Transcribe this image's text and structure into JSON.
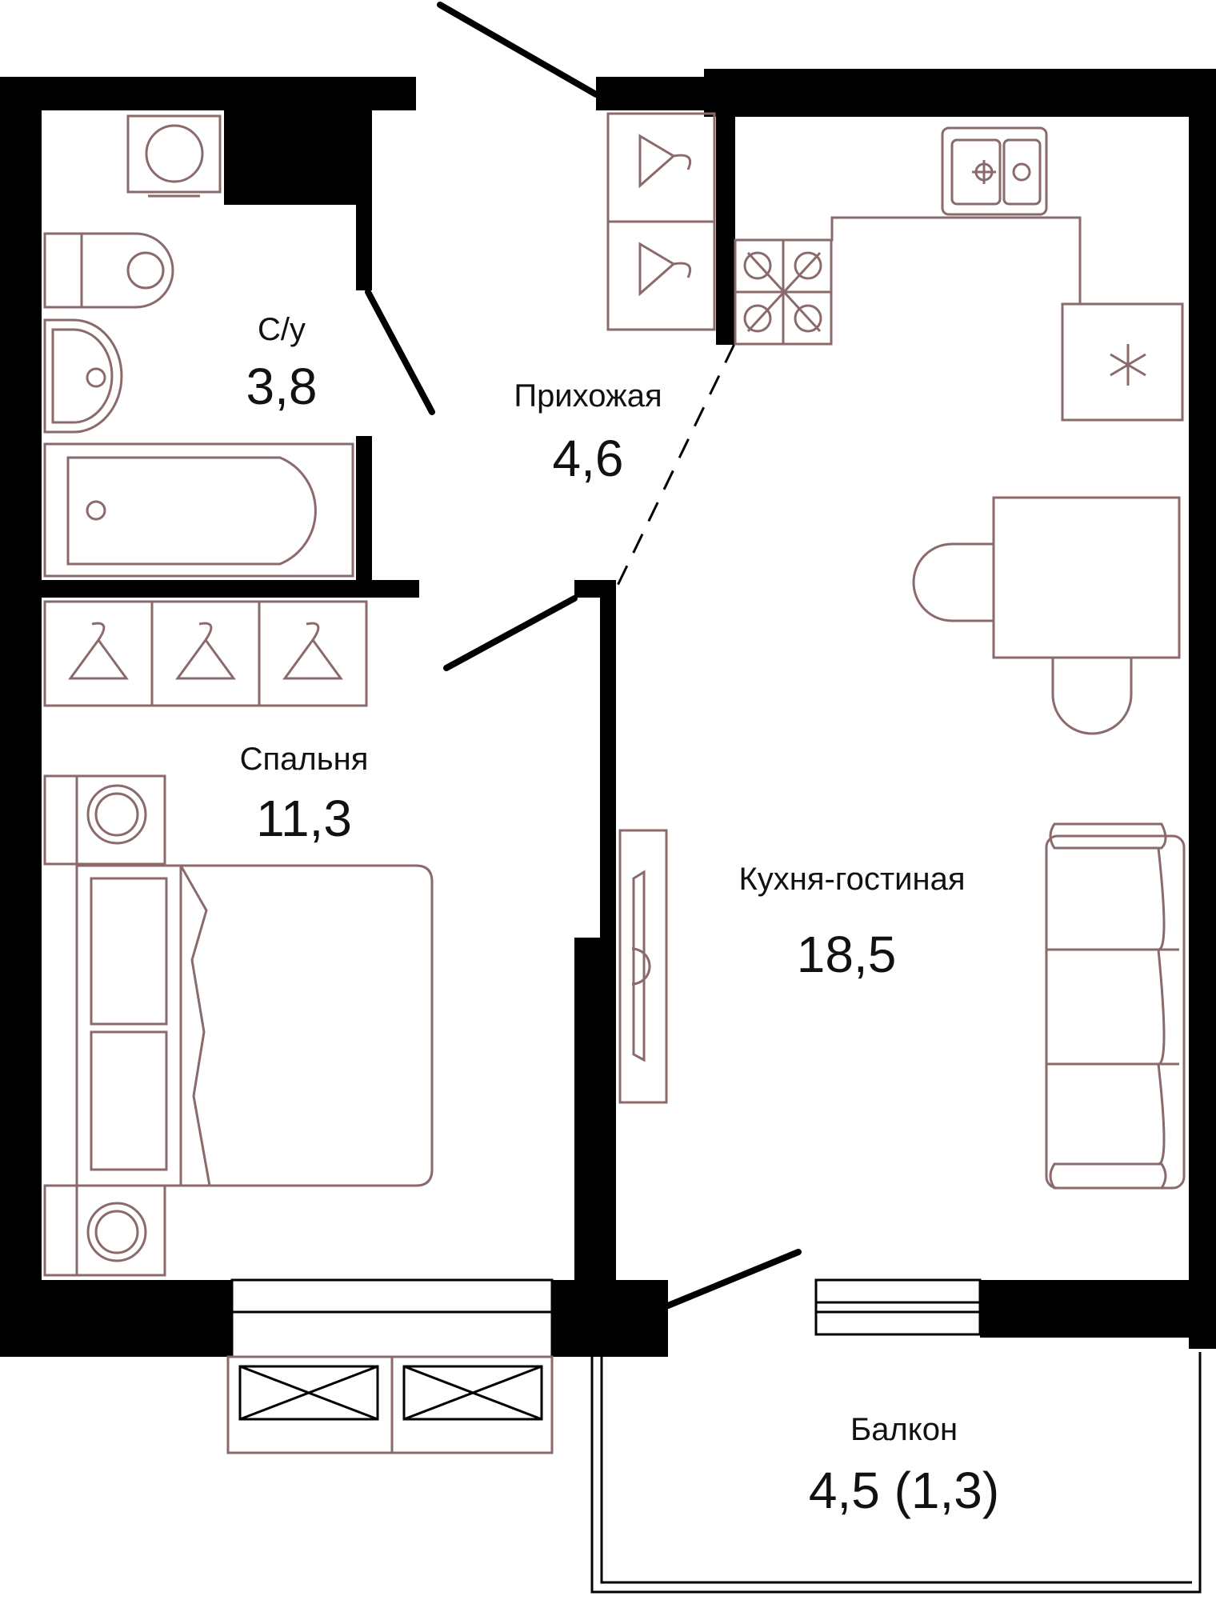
{
  "rooms": {
    "bathroom": {
      "name": "С/у",
      "area": "3,8"
    },
    "hallway": {
      "name": "Прихожая",
      "area": "4,6"
    },
    "bedroom": {
      "name": "Спальня",
      "area": "11,3"
    },
    "kitchen_living": {
      "name": "Кухня-гостиная",
      "area": "18,5"
    },
    "balcony": {
      "name": "Балкон",
      "area": "4,5 (1,3)"
    }
  },
  "colors": {
    "walls": "#000000",
    "furniture": "#8a6a6a",
    "text": "#111111",
    "background": "#ffffff"
  },
  "icons": [
    "washing-machine-icon",
    "toilet-icon",
    "sink-icon",
    "bathtub-icon",
    "hanger-icon",
    "stove-icon",
    "sink-double-icon",
    "fridge-snowflake-icon",
    "table-icon",
    "chair-icon",
    "bed-icon",
    "nightstand-icon",
    "tv-icon",
    "sofa-icon",
    "radiator-icon"
  ]
}
